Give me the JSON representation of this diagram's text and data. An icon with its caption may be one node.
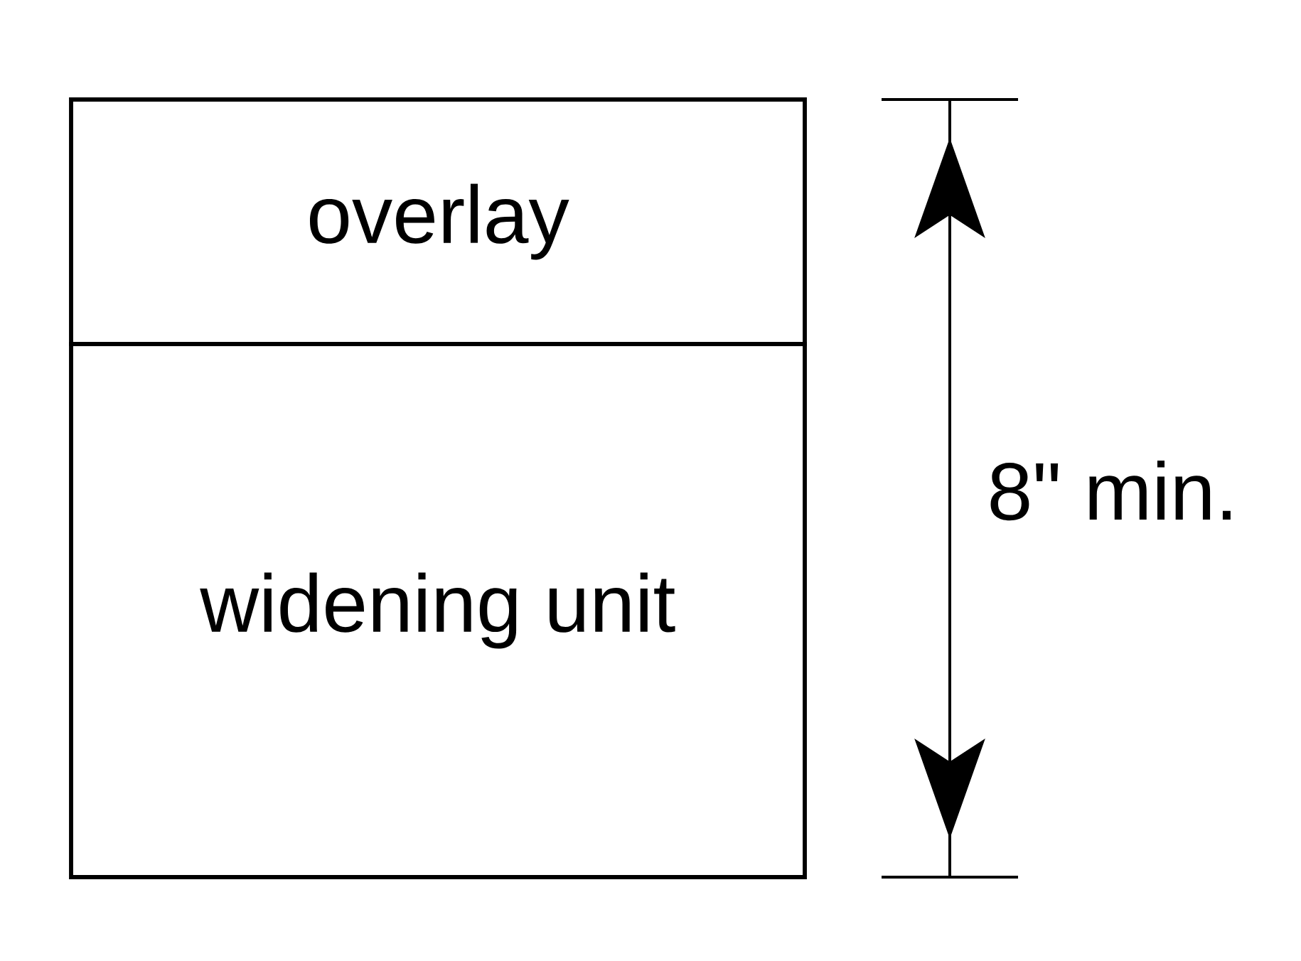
{
  "diagram": {
    "nodes": [
      {
        "text": [
          "overlay"
        ]
      },
      {
        "text": [
          "widening unit"
        ]
      }
    ],
    "edges": [],
    "labels": [
      "8\" min."
    ]
  }
}
